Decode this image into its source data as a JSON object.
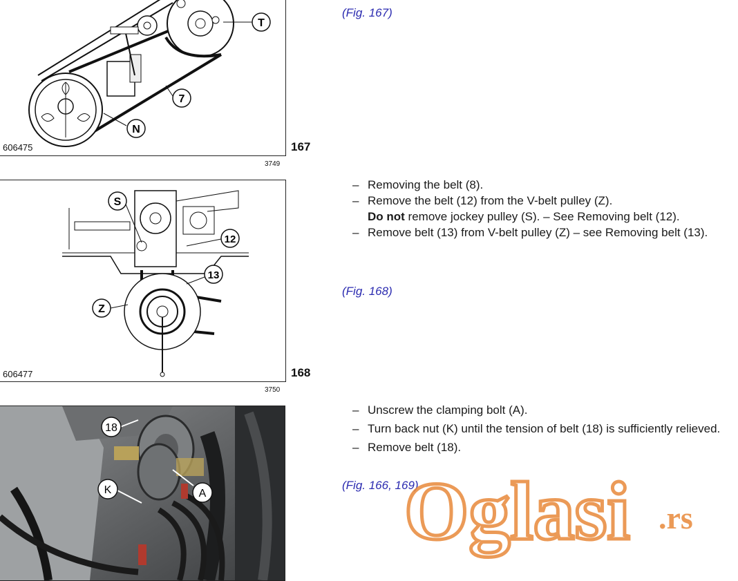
{
  "fig167": {
    "drawing_id": "606475",
    "number": "167",
    "code": "3749",
    "callouts": [
      "T",
      "7",
      "N"
    ],
    "ref": "(Fig. 167)"
  },
  "fig168": {
    "drawing_id": "606477",
    "number": "168",
    "code": "3750",
    "callouts": [
      "S",
      "12",
      "13",
      "Z"
    ],
    "ref": "(Fig. 168)",
    "steps": [
      {
        "dash": "–",
        "text": "Removing the belt (8)."
      },
      {
        "dash": "–",
        "text": "Remove the belt (12) from the V-belt pulley (Z).",
        "bold": "Do not",
        "rest": " remove jockey pulley (S). – See Removing belt (12)."
      },
      {
        "dash": "–",
        "text": "Remove belt (13) from V-belt pulley (Z) – see Removing belt (13)."
      }
    ]
  },
  "fig169": {
    "callouts": [
      "18",
      "K",
      "A"
    ],
    "ref": "(Fig. 166, 169)",
    "steps": [
      {
        "dash": "–",
        "text": "Unscrew the clamping bolt (A)."
      },
      {
        "dash": "–",
        "text": "Turn back nut (K) until the tension of belt (18) is sufficiently relieved."
      },
      {
        "dash": "–",
        "text": "Remove belt (18)."
      }
    ]
  },
  "watermark": {
    "brand": "Oglasi",
    "tld": ".rs",
    "color": "#e8893a"
  }
}
